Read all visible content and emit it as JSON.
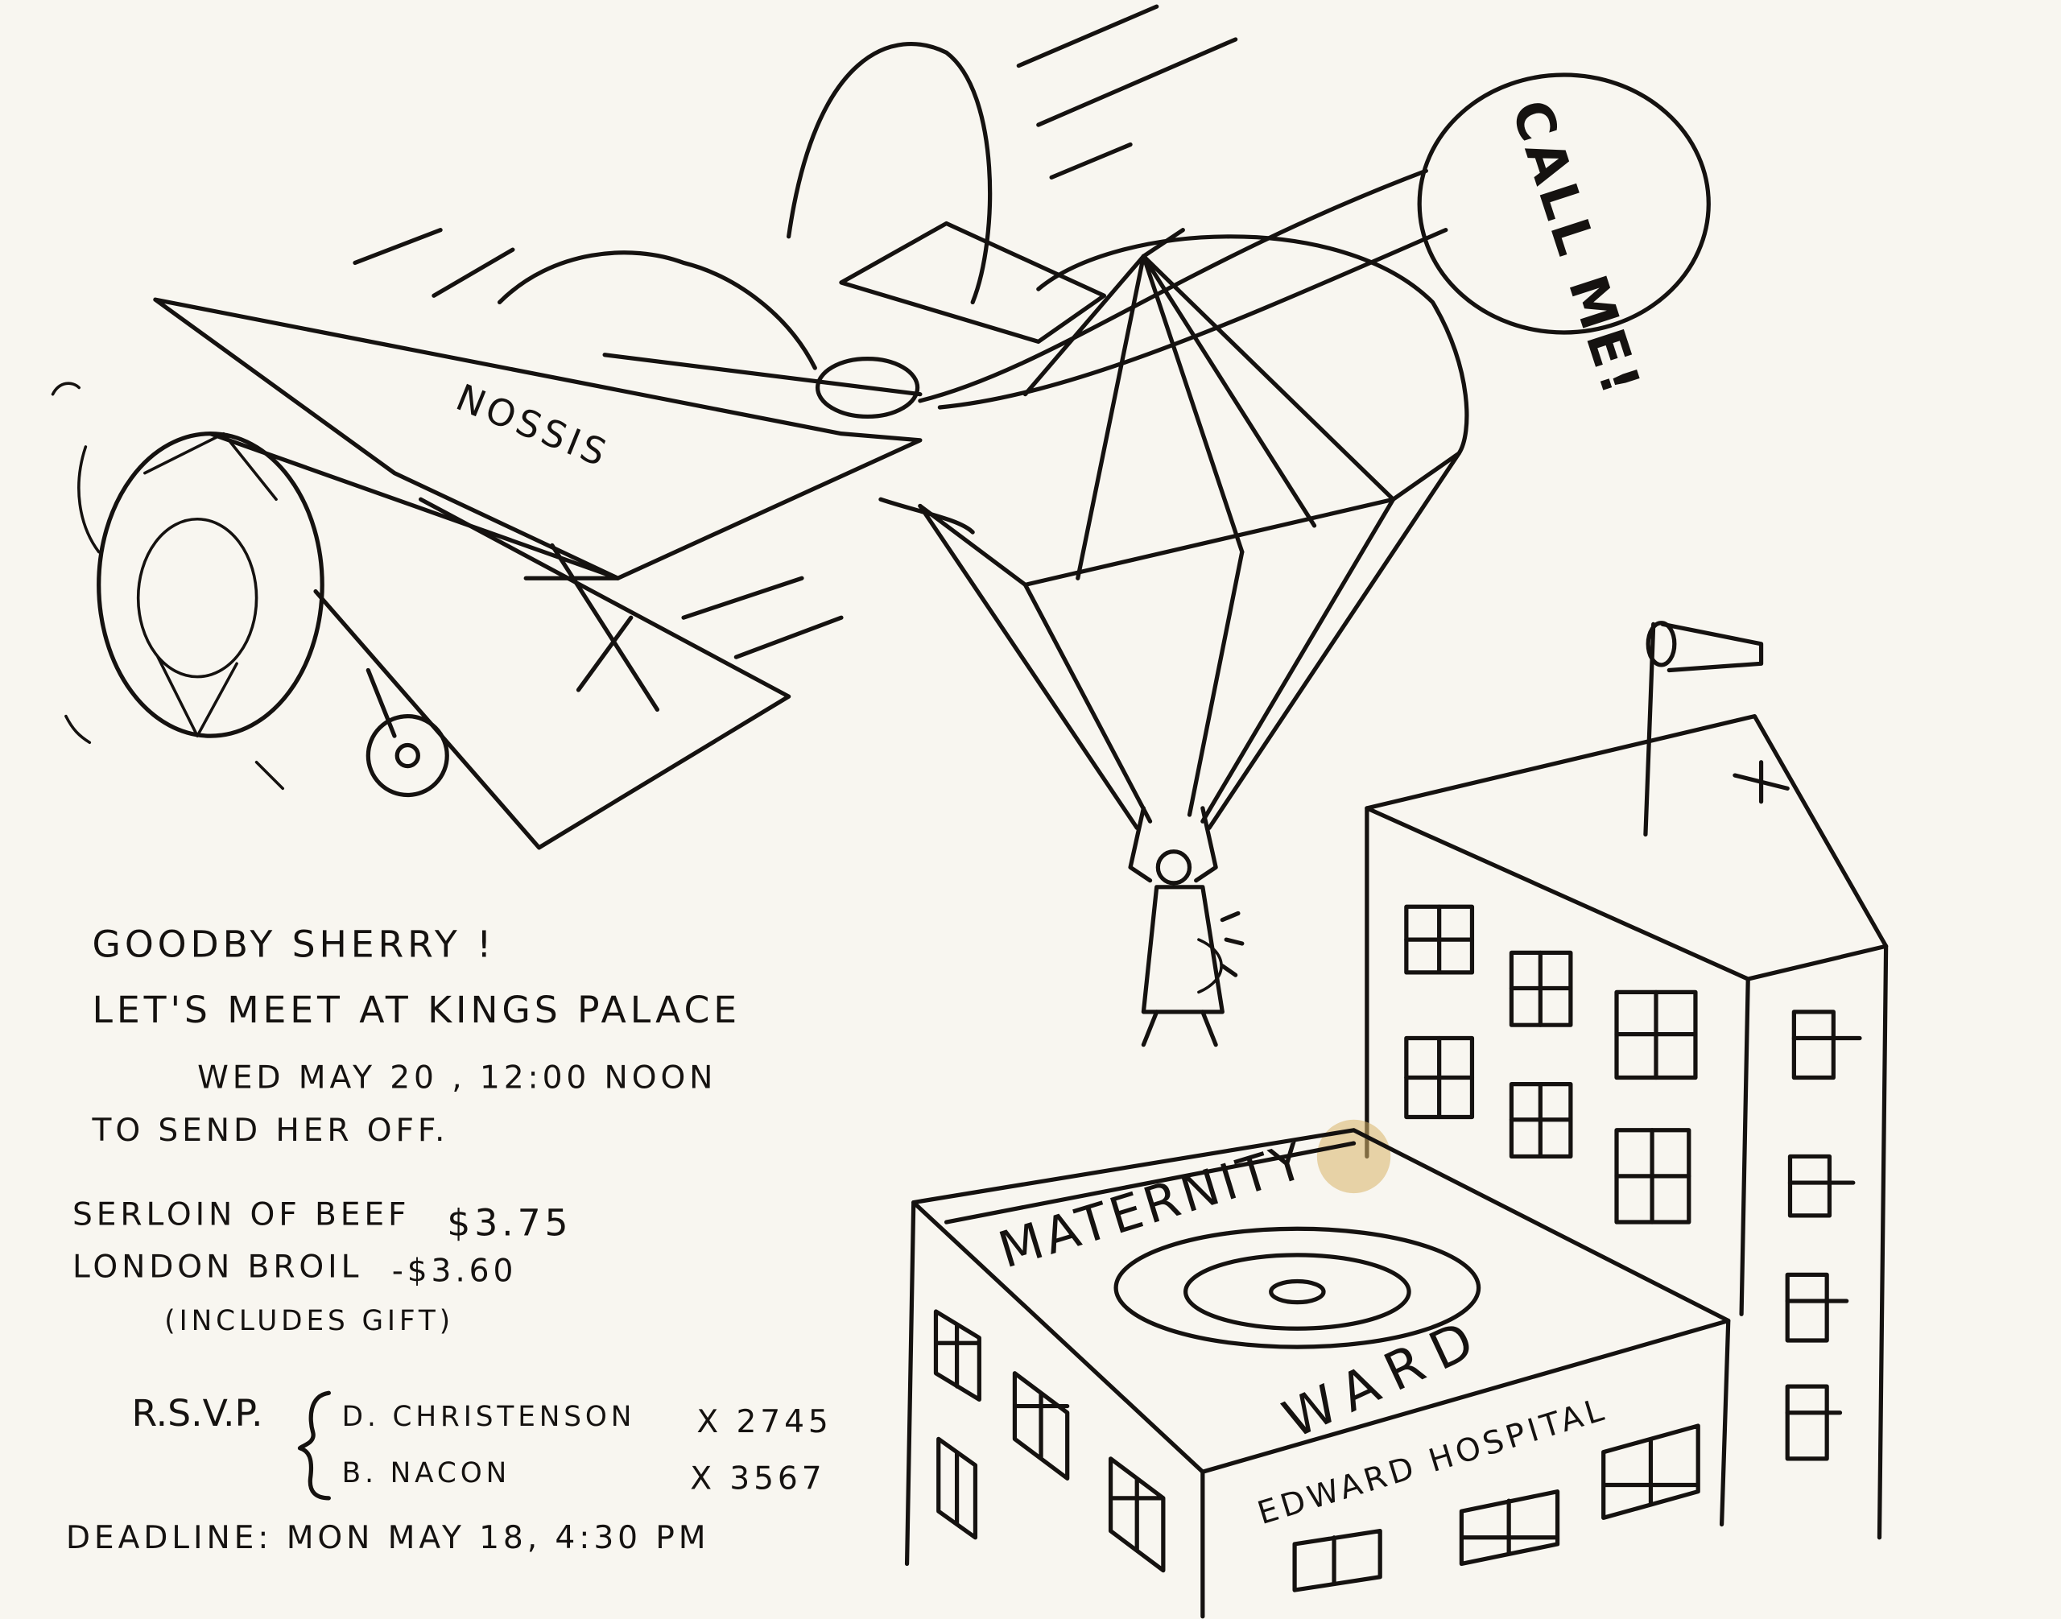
{
  "drawing": {
    "plane_label": "NOSSIS",
    "speech_bubble": "CALL ME!",
    "building_roof_label_top": "MATERNITY",
    "building_roof_label_bottom": "WARD",
    "building_sign": "EDWARD HOSPITAL",
    "stain_color": "#d9b46a",
    "ink_color": "#151210",
    "paper_color": "#f8f6f0"
  },
  "invitation": {
    "line1": "GOODBY SHERRY !",
    "line2": "LET'S MEET AT KINGS PALACE",
    "line3": "WED MAY 20 , 12:00 NOON",
    "line4": "TO SEND HER OFF.",
    "menu": [
      {
        "item": "SERLOIN OF BEEF",
        "price": "$3.75"
      },
      {
        "item": "LONDON BROIL",
        "price": "-$3.60"
      }
    ],
    "menu_note": "(INCLUDES GIFT)",
    "rsvp_label": "R.S.V.P.",
    "rsvp_contacts": [
      {
        "name": "D. CHRISTENSON",
        "ext": "X 2745"
      },
      {
        "name": "B. NACON",
        "ext": "X 3567"
      }
    ],
    "deadline": "DEADLINE: MON MAY 18, 4:30 PM"
  }
}
